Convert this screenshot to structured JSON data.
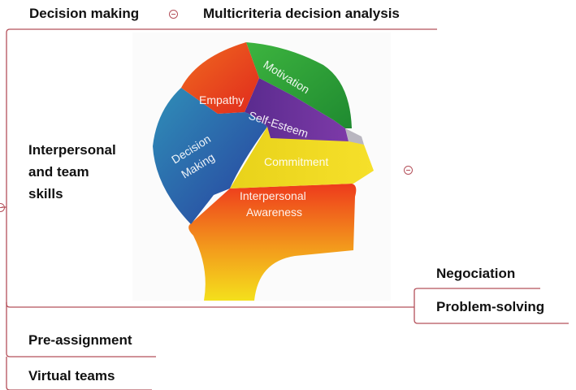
{
  "nodes": {
    "decision_making": "Decision making",
    "multicriteria": "Multicriteria decision analysis",
    "interpersonal_line1": "Interpersonal",
    "interpersonal_line2": "and team",
    "interpersonal_line3": "skills",
    "negociation": "Negociation",
    "problem_solving": "Problem-solving",
    "pre_assignment": "Pre-assignment",
    "virtual_teams": "Virtual teams"
  },
  "head_regions": {
    "empathy": "Empathy",
    "motivation": "Motivation",
    "self_esteem": "Self-Esteem",
    "decision_line1": "Decision",
    "decision_line2": "Making",
    "commitment": "Commitment",
    "awareness_line1": "Interpersonal",
    "awareness_line2": "Awareness"
  },
  "colors": {
    "connector": "#b4505a",
    "empathy": "#e8401e",
    "motivation": "#2fa43a",
    "self_esteem": "#6b2f9a",
    "decision_making": "#2a62b0",
    "commitment": "#f3d21a",
    "awareness": "#f08a1a"
  }
}
